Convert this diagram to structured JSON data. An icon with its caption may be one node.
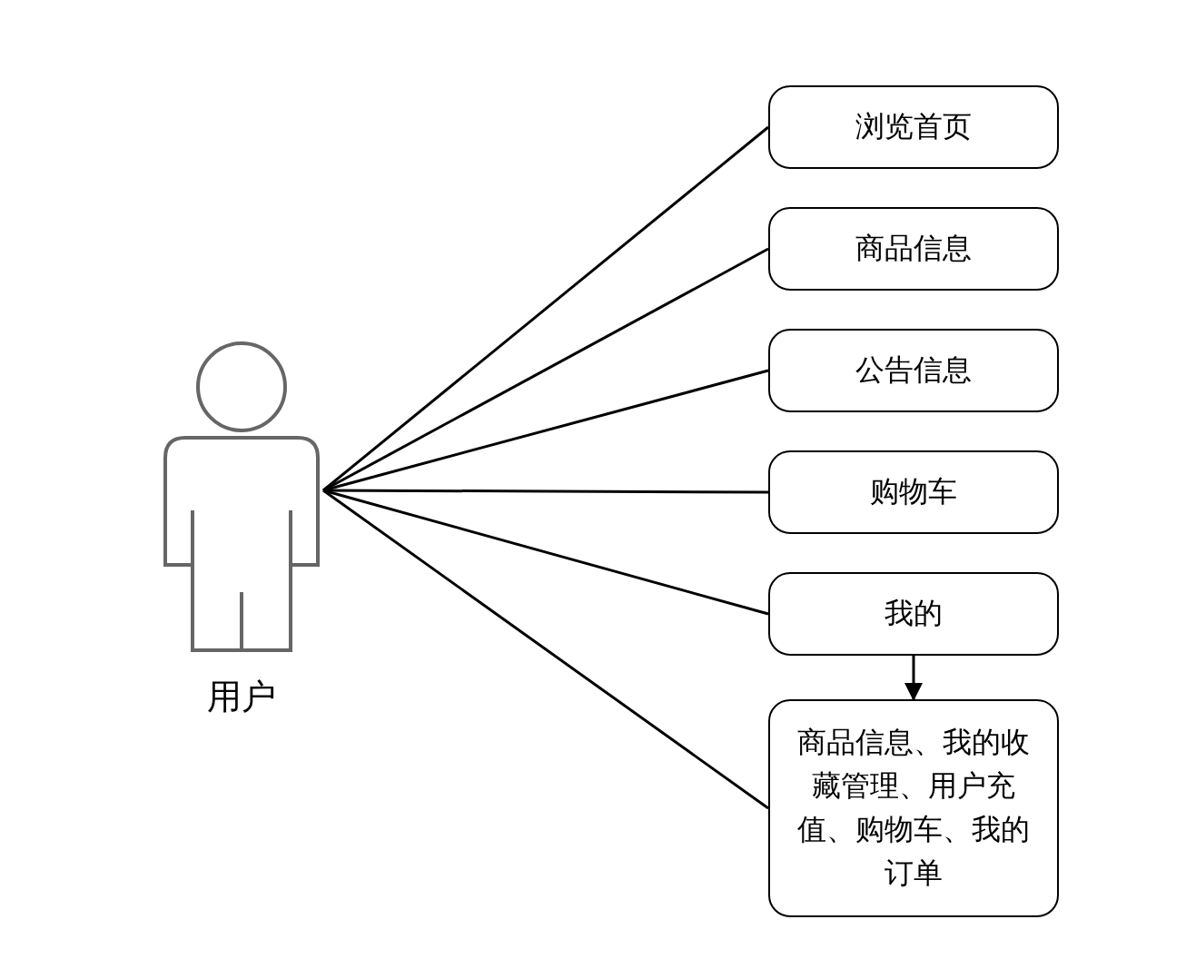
{
  "diagram": {
    "nodes": [
      {
        "text": [
          "用户"
        ]
      },
      {
        "text": [
          "浏览首页"
        ]
      },
      {
        "text": [
          "商品信息"
        ]
      },
      {
        "text": [
          "公告信息"
        ]
      },
      {
        "text": [
          "购物车"
        ]
      },
      {
        "text": [
          "我的"
        ]
      },
      {
        "text": [
          "商品信息、我的收藏管理、用户充值、购物车、我的订单"
        ]
      }
    ],
    "edges": [
      {
        "from": 0,
        "to": 1,
        "arrow": "none"
      },
      {
        "from": 0,
        "to": 2,
        "arrow": "none"
      },
      {
        "from": 0,
        "to": 3,
        "arrow": "none"
      },
      {
        "from": 0,
        "to": 4,
        "arrow": "none"
      },
      {
        "from": 0,
        "to": 5,
        "arrow": "none"
      },
      {
        "from": 0,
        "to": 6,
        "arrow": "none"
      },
      {
        "from": 5,
        "to": 6,
        "arrow": "to"
      }
    ]
  }
}
